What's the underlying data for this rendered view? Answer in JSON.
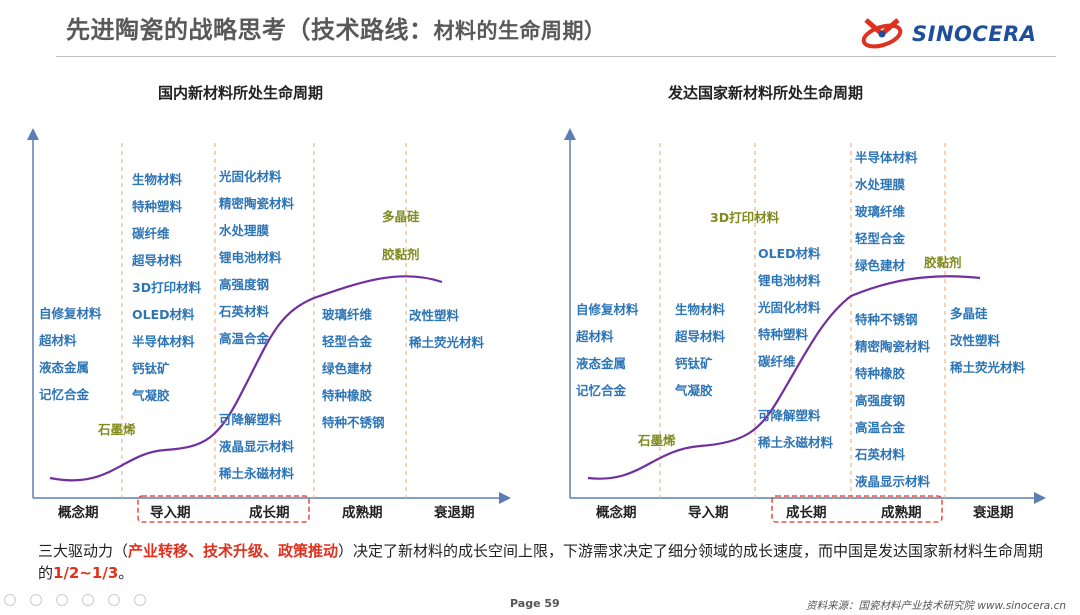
{
  "header": {
    "title": "先进陶瓷的战略思考（技术路线：",
    "title_sub": "材料的生命周期）",
    "brand": "SINOCERA"
  },
  "phases": [
    "概念期",
    "导入期",
    "成长期",
    "成熟期",
    "衰退期"
  ],
  "left_panel": {
    "title": "国内新材料所处生命周期",
    "groups": {
      "concept": [
        "自修复材料",
        "超材料",
        "液态金属",
        "记忆合金"
      ],
      "concept_extra": "石墨烯",
      "intro": [
        "生物材料",
        "特种塑料",
        "碳纤维",
        "超导材料",
        "3D打印材料",
        "OLED材料",
        "半导体材料",
        "钙钛矿",
        "气凝胶"
      ],
      "growth_top": [
        "光固化材料",
        "精密陶瓷材料",
        "水处理膜",
        "锂电池材料",
        "高强度钢",
        "石英材料",
        "高温合金"
      ],
      "growth_bottom": [
        "可降解塑料",
        "液晶显示材料",
        "稀土永磁材料"
      ],
      "mature_top": [
        "多晶硅",
        "胶黏剂"
      ],
      "mature": [
        "玻璃纤维",
        "轻型合金",
        "绿色建材",
        "特种橡胶",
        "特种不锈钢"
      ],
      "decline": [
        "改性塑料",
        "稀土荧光材料"
      ]
    }
  },
  "right_panel": {
    "title": "发达国家新材料所处生命周期",
    "groups": {
      "concept": [
        "自修复材料",
        "超材料",
        "液态金属",
        "记忆合金"
      ],
      "intro_extra": "石墨烯",
      "intro": [
        "生物材料",
        "超导材料",
        "钙钛矿",
        "气凝胶"
      ],
      "growth_top": "3D打印材料",
      "growth": [
        "OLED材料",
        "锂电池材料",
        "光固化材料",
        "特种塑料",
        "碳纤维"
      ],
      "growth_bottom": [
        "可降解塑料",
        "稀土永磁材料"
      ],
      "mature_top": [
        "半导体材料",
        "水处理膜",
        "玻璃纤维",
        "轻型合金",
        "绿色建材"
      ],
      "mature_extra": "胶黏剂",
      "mature": [
        "特种不锈钢",
        "精密陶瓷材料",
        "特种橡胶",
        "高强度钢",
        "高温合金",
        "石英材料",
        "液晶显示材料"
      ],
      "decline": [
        "多晶硅",
        "改性塑料",
        "稀土荧光材料"
      ]
    }
  },
  "conclusion": {
    "p1": "三大驱动力（",
    "red1": "产业转移、技术升级、政策推动",
    "p2": "）决定了新材料的成长空间上限，下游需求决定了细分领域的成长速度，而中国是发达国家新材料生命周期的",
    "red2": "1/2~1/3",
    "p3": "。"
  },
  "footer": {
    "page": "Page 59",
    "source": "资料来源：国瓷材料产业技术研究院  www.sinocera.cn"
  },
  "colors": {
    "curve": "#7030a0",
    "label": "#2e75b6",
    "highlight": "#7f8b1f",
    "divider": "#f4b183",
    "axis": "#5b7fb5",
    "emphasis": "#e0301e"
  }
}
